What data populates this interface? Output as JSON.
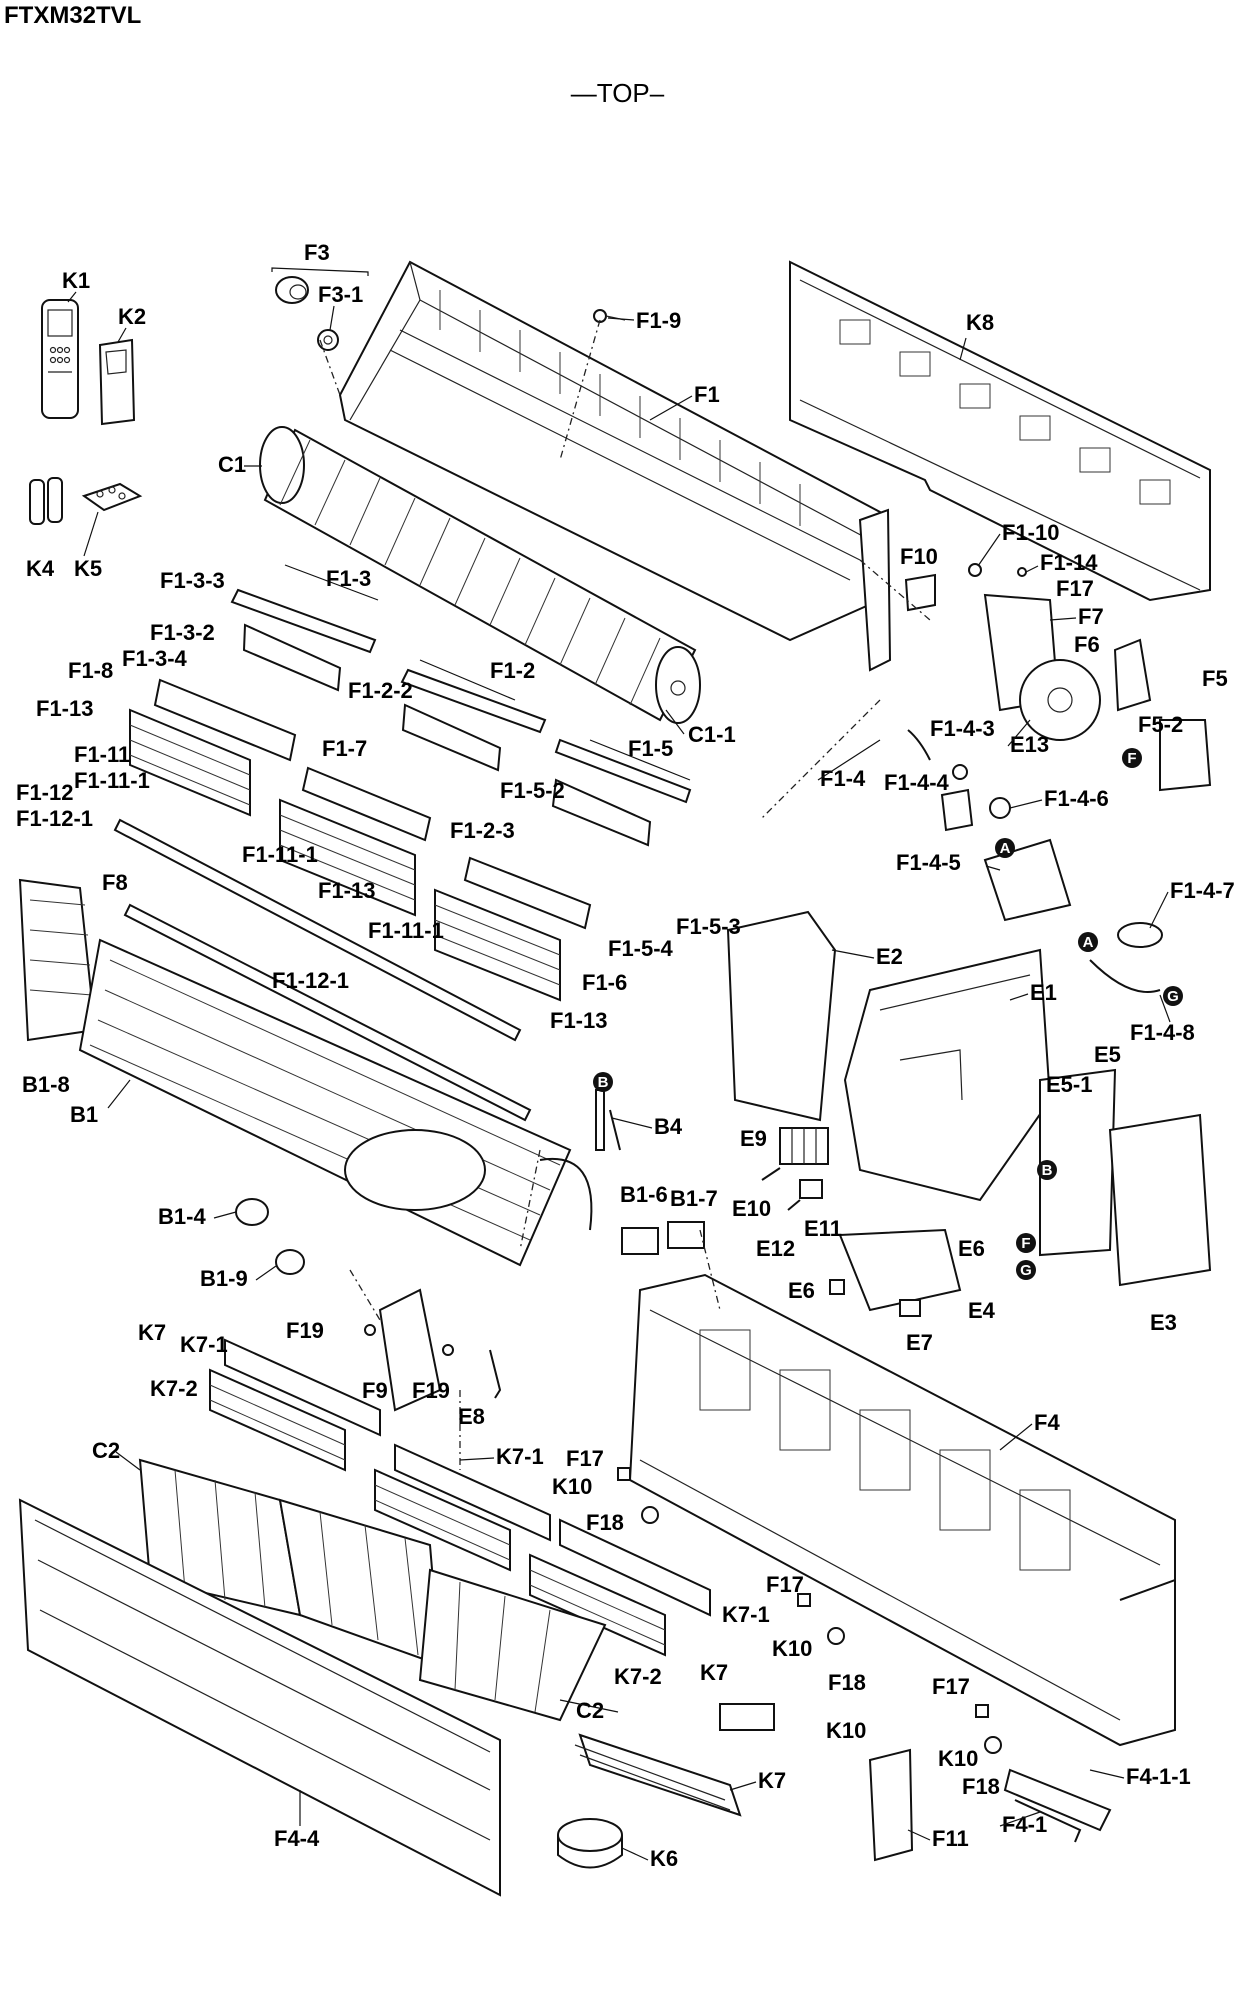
{
  "header": {
    "model": "FTXM32TVL",
    "view": "—TOP–"
  },
  "markers": [
    "A",
    "B",
    "F",
    "G"
  ],
  "labels": {
    "K1": "K1",
    "K2": "K2",
    "K4": "K4",
    "K5": "K5",
    "K6": "K6",
    "K7": "K7",
    "K7-1": "K7-1",
    "K7-2": "K7-2",
    "K8": "K8",
    "K10": "K10",
    "F3": "F3",
    "F3-1": "F3-1",
    "F1-9": "F1-9",
    "F1": "F1",
    "C1": "C1",
    "C1-1": "C1-1",
    "C2": "C2",
    "F1-3-3": "F1-3-3",
    "F1-3": "F1-3",
    "F1-3-2": "F1-3-2",
    "F1-3-4": "F1-3-4",
    "F1-8": "F1-8",
    "F1-13": "F1-13",
    "F1-11": "F1-11",
    "F1-11-1": "F1-11-1",
    "F1-12": "F1-12",
    "F1-12-1": "F1-12-1",
    "F1-2": "F1-2",
    "F1-2-2": "F1-2-2",
    "F1-2-3": "F1-2-3",
    "F1-7": "F1-7",
    "F1-5": "F1-5",
    "F1-5-2": "F1-5-2",
    "F1-5-3": "F1-5-3",
    "F1-5-4": "F1-5-4",
    "F1-6": "F1-6",
    "F1-10": "F1-10",
    "F1-14": "F1-14",
    "F10": "F10",
    "F17": "F17",
    "F7": "F7",
    "F6": "F6",
    "F5": "F5",
    "F5-2": "F5-2",
    "E13": "E13",
    "F1-4": "F1-4",
    "F1-4-3": "F1-4-3",
    "F1-4-4": "F1-4-4",
    "F1-4-5": "F1-4-5",
    "F1-4-6": "F1-4-6",
    "F1-4-7": "F1-4-7",
    "F1-4-8": "F1-4-8",
    "F8": "F8",
    "B1-8": "B1-8",
    "B1": "B1",
    "B4": "B4",
    "B1-4": "B1-4",
    "B1-6": "B1-6",
    "B1-7": "B1-7",
    "B1-9": "B1-9",
    "E1": "E1",
    "E2": "E2",
    "E3": "E3",
    "E4": "E4",
    "E5": "E5",
    "E5-1": "E5-1",
    "E6": "E6",
    "E7": "E7",
    "E8": "E8",
    "E9": "E9",
    "E10": "E10",
    "E11": "E11",
    "E12": "E12",
    "F19": "F19",
    "F9": "F9",
    "F4": "F4",
    "F4-1": "F4-1",
    "F4-1-1": "F4-1-1",
    "F4-4": "F4-4",
    "F11": "F11",
    "F18": "F18"
  },
  "colors": {
    "line": "#111111",
    "marker_fill": "#111111",
    "background": "#ffffff"
  }
}
